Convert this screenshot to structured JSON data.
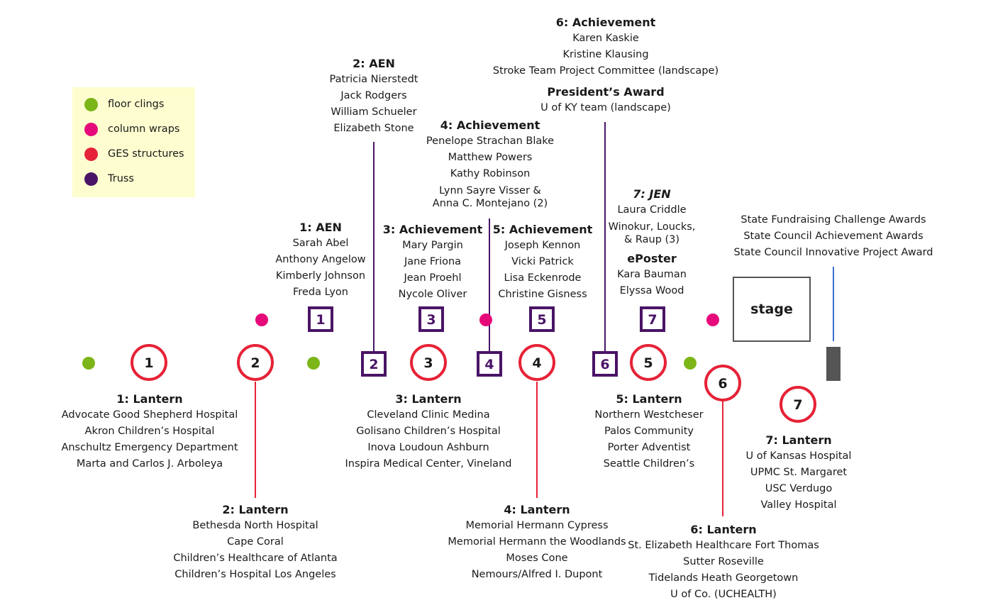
{
  "colors": {
    "floor_clings": "#7cb518",
    "column_wraps": "#e6097a",
    "ges_structures": "#e62237",
    "truss": "#4a1466",
    "leader_blue": "#3a6fd0"
  },
  "legend": [
    {
      "label": "floor clings",
      "color": "#7cb518"
    },
    {
      "label": "column wraps",
      "color": "#e6097a"
    },
    {
      "label": "GES structures",
      "color": "#e62237"
    },
    {
      "label": "Truss",
      "color": "#4a1466"
    }
  ],
  "stage": {
    "label": "stage"
  },
  "markers": {
    "lanterns": [
      "1",
      "2",
      "3",
      "4",
      "5",
      "6",
      "7"
    ],
    "truss_top": [
      "1",
      "3",
      "5",
      "7"
    ],
    "truss_bottom": [
      "2",
      "4",
      "6"
    ]
  },
  "groups": {
    "aen2": {
      "title": "2: AEN",
      "names": [
        "Patricia Nierstedt",
        "Jack Rodgers",
        "William Schueler",
        "Elizabeth Stone"
      ]
    },
    "ach6": {
      "title": "6: Achievement",
      "names": [
        "Karen Kaskie",
        "Kristine Klausing",
        "Stroke Team Project Committee (landscape)"
      ],
      "title2": "President’s Award",
      "names2": [
        "U of KY team (landscape)"
      ]
    },
    "ach4": {
      "title": "4: Achievement",
      "names": [
        "Penelope Strachan Blake",
        "Matthew Powers",
        "Kathy Robinson"
      ],
      "wrap1": "Lynn Sayre Visser &",
      "wrap2": "Anna C. Montejano (2)"
    },
    "jen7": {
      "title": "7: JEN",
      "names": [
        "Laura Criddle"
      ],
      "wrap1": "Winokur, Loucks,",
      "wrap2": "& Raup (3)",
      "title2": "ePoster",
      "names2": [
        "Kara Bauman",
        "Elyssa Wood"
      ]
    },
    "aen1": {
      "title": "1: AEN",
      "names": [
        "Sarah Abel",
        "Anthony Angelow",
        "Kimberly Johnson",
        "Freda Lyon"
      ]
    },
    "ach3": {
      "title": "3: Achievement",
      "names": [
        "Mary Pargin",
        "Jane Friona",
        "Jean Proehl",
        "Nycole Oliver"
      ]
    },
    "ach5": {
      "title": "5: Achievement",
      "names": [
        "Joseph Kennon",
        "Vicki Patrick",
        "Lisa Eckenrode",
        "Christine Gisness"
      ]
    },
    "state": {
      "names": [
        "State Fundraising Challenge Awards",
        "State Council Achievement Awards",
        "State Council Innovative Project Award"
      ]
    },
    "lan1": {
      "title": "1: Lantern",
      "names": [
        "Advocate Good Shepherd Hospital",
        "Akron Children’s Hospital",
        "Anschultz Emergency Department",
        "Marta and Carlos J. Arboleya"
      ]
    },
    "lan3": {
      "title": "3: Lantern",
      "names": [
        "Cleveland Clinic Medina",
        "Golisano Children’s Hospital",
        "Inova Loudoun Ashburn",
        "Inspira Medical Center, Vineland"
      ]
    },
    "lan5": {
      "title": "5: Lantern",
      "names": [
        "Northern Westcheser",
        "Palos Community",
        "Porter Adventist",
        "Seattle Children’s"
      ]
    },
    "lan7": {
      "title": "7: Lantern",
      "names": [
        "U of Kansas Hospital",
        "UPMC St. Margaret",
        "USC Verdugo",
        "Valley Hospital"
      ]
    },
    "lan2": {
      "title": "2: Lantern",
      "names": [
        "Bethesda North Hospital",
        "Cape Coral",
        "Children’s Healthcare of Atlanta",
        "Children’s Hospital Los Angeles"
      ]
    },
    "lan4": {
      "title": "4: Lantern",
      "names": [
        "Memorial Hermann Cypress",
        "Memorial Hermann the Woodlands",
        "Moses Cone",
        "Nemours/Alfred I. Dupont"
      ]
    },
    "lan6": {
      "title": "6: Lantern",
      "names": [
        "St. Elizabeth Healthcare Fort Thomas",
        "Sutter Roseville",
        "Tidelands Heath Georgetown",
        "U of Co. (UCHEALTH)"
      ]
    }
  }
}
